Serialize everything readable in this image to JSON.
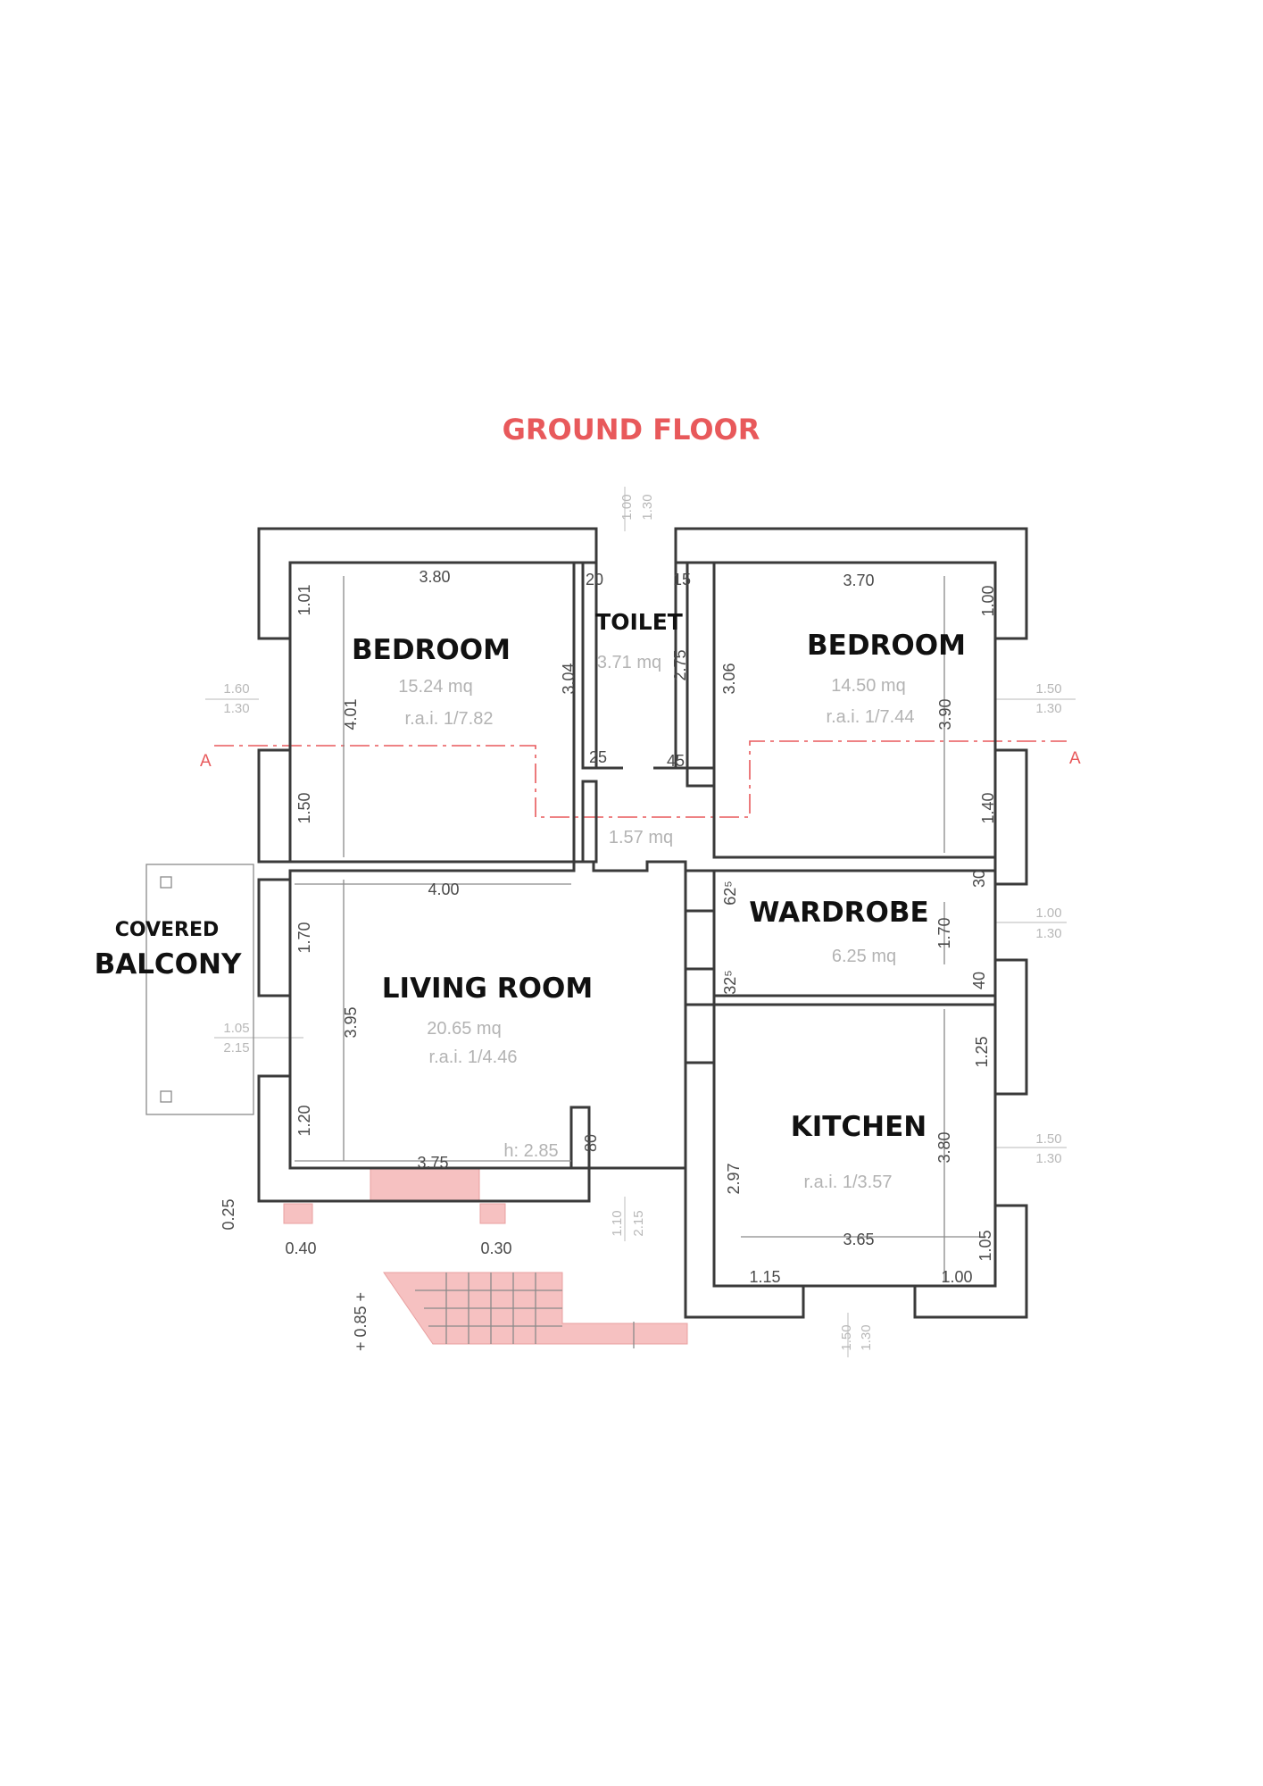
{
  "title": "GROUND FLOOR",
  "rooms": {
    "bedroom_left": {
      "label": "BEDROOM",
      "area": "15.24 mq",
      "rai": "r.a.i. 1/7.82"
    },
    "toilet": {
      "label": "TOILET",
      "area": "3.71 mq"
    },
    "bedroom_right": {
      "label": "BEDROOM",
      "area": "14.50 mq",
      "rai": "r.a.i. 1/7.44"
    },
    "hall": {
      "area": "1.57 mq"
    },
    "wardrobe": {
      "label": "WARDROBE",
      "area": "6.25 mq"
    },
    "living": {
      "label": "LIVING ROOM",
      "area": "20.65 mq",
      "rai": "r.a.i. 1/4.46",
      "height": "h: 2.85"
    },
    "kitchen": {
      "label": "KITCHEN",
      "rai": "r.a.i. 1/3.57"
    },
    "balcony": {
      "label_top": "COVERED",
      "label_bottom": "BALCONY"
    }
  },
  "section_marker": "A",
  "dimensions": {
    "d_380": "3.80",
    "d_370": "3.70",
    "d_400": "4.00",
    "d_375": "3.75",
    "d_365": "3.65",
    "d_101": "1.01",
    "d_401": "4.01",
    "d_150": "1.50",
    "d_304": "3.04",
    "d_275": "2.75",
    "d_306": "3.06",
    "d_390": "3.90",
    "d_100v": "1.00",
    "d_140": "1.40",
    "d_170l": "1.70",
    "d_395": "3.95",
    "d_120": "1.20",
    "d_170r": "1.70",
    "d_125": "1.25",
    "d_380k": "3.80",
    "d_297": "2.97",
    "d_105": "1.05",
    "d_115": "1.15",
    "d_100h": "1.00",
    "d_040": "0.40",
    "d_030": "0.30",
    "d_025": "0.25",
    "d_085": "+ 0.85 +",
    "d_20": "20",
    "d_15": "15",
    "d_25": "25",
    "d_45": "45",
    "d_62": "62⁵",
    "d_32": "32⁵",
    "d_30": "30",
    "d_40": "40",
    "d_80": "80"
  },
  "window_marks": {
    "w_top_a": "1.00",
    "w_top_b": "1.30",
    "w_left_a": "1.60",
    "w_left_b": "1.30",
    "w_right_a": "1.50",
    "w_right_b": "1.30",
    "w_ward_a": "1.00",
    "w_ward_b": "1.30",
    "w_liv_a": "1.05",
    "w_liv_b": "2.15",
    "w_kit_a": "1.50",
    "w_kit_b": "1.30",
    "w_door_a": "1.10",
    "w_door_b": "2.15",
    "w_bot_a": "1.50",
    "w_bot_b": "1.30"
  }
}
